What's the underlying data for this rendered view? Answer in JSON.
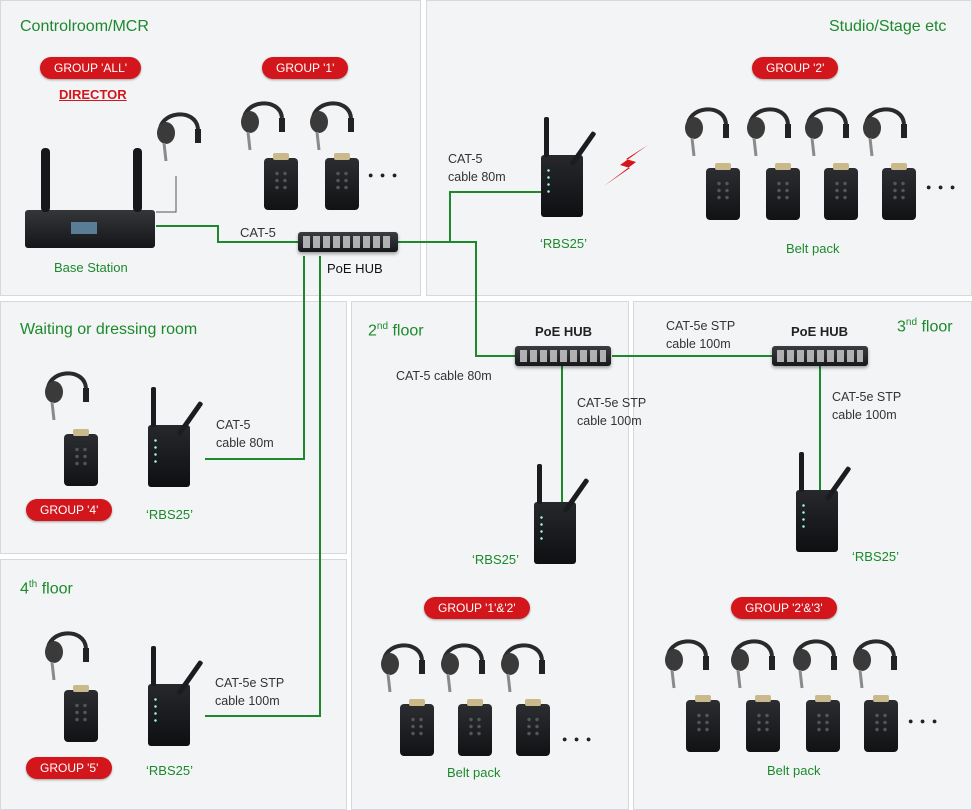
{
  "panels": {
    "controlroom": {
      "title": "Controlroom/MCR",
      "group_all": "GROUP 'ALL'",
      "director": "DIRECTOR",
      "group_1": "GROUP '1'",
      "base_station": "Base Station"
    },
    "studio": {
      "title": "Studio/Stage etc",
      "group_2": "GROUP '2'",
      "cable": "CAT-5\ncable 80m",
      "rbs": "‘RBS25’",
      "belt_pack": "Belt pack"
    },
    "waiting": {
      "title": "Waiting or dressing room",
      "group_4": "GROUP '4'",
      "cable": "CAT-5\ncable 80m",
      "rbs": "‘RBS25’"
    },
    "floor4": {
      "title_num": "4",
      "title_sup": "th",
      "title_rest": " floor",
      "group_5": "GROUP '5'",
      "cable": "CAT-5e STP\ncable 100m",
      "rbs": "‘RBS25’"
    },
    "floor2": {
      "title_num": "2",
      "title_sup": "nd",
      "title_rest": " floor",
      "hub": "PoE HUB",
      "cable_in": "CAT-5 cable 80m",
      "cable_rbs": "CAT-5e STP\ncable 100m",
      "rbs": "‘RBS25’",
      "group": "GROUP '1'&'2'",
      "belt_pack": "Belt pack"
    },
    "floor3": {
      "title_num": "3",
      "title_sup": "nd",
      "title_rest": " floor",
      "hub": "PoE HUB",
      "cable_link": "CAT-5e STP\ncable 100m",
      "cable_rbs": "CAT-5e STP\ncable 100m",
      "rbs": "‘RBS25’",
      "group": "GROUP '2'&'3'",
      "belt_pack": "Belt pack"
    }
  },
  "main_hub": {
    "label": "PoE HUB",
    "cable": "CAT-5"
  },
  "ellipsis": "● ● ●",
  "colors": {
    "accent": "#1c8a2c",
    "group_pill": "#d2161c",
    "panel_bg": "#f3f4f5",
    "wire": "#1c8a2c"
  }
}
